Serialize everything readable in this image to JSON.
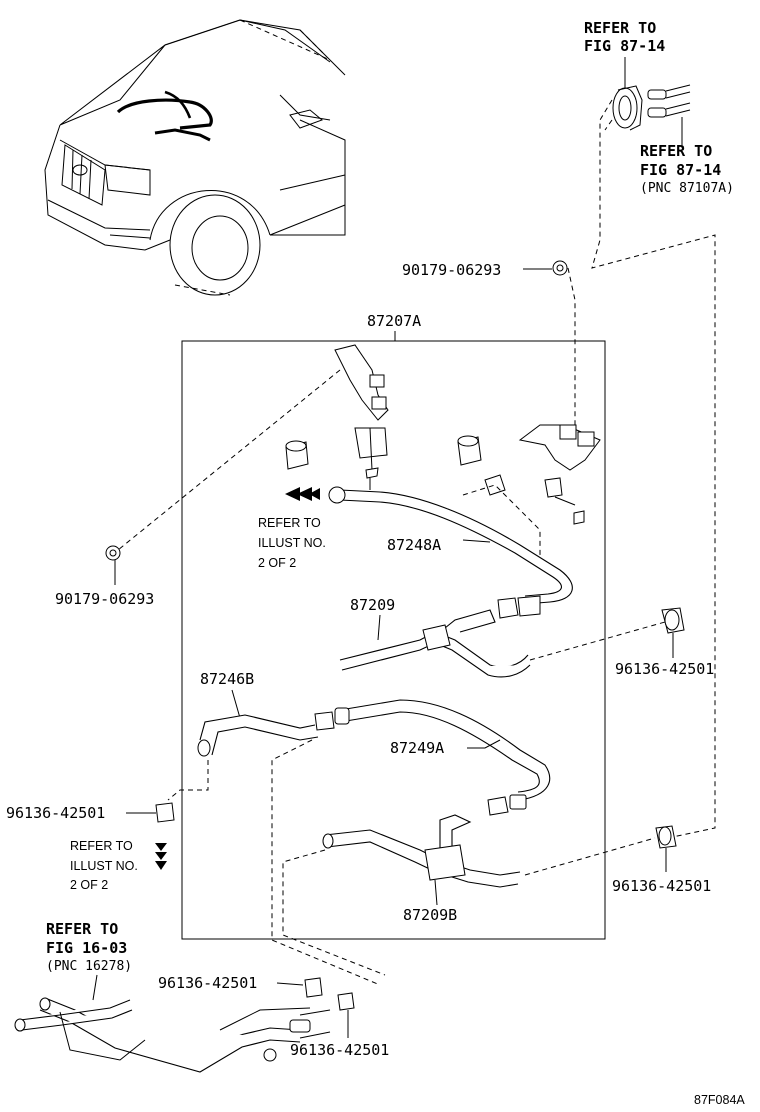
{
  "references": {
    "top_right": {
      "line1": "REFER TO",
      "line2": "FIG 87-14"
    },
    "right": {
      "line1": "REFER TO",
      "line2": "FIG 87-14",
      "line3": "(PNC 87107A)"
    },
    "illust_upper": {
      "line1": "REFER TO",
      "line2": "ILLUST NO.",
      "line3": "2 OF 2"
    },
    "illust_lower": {
      "line1": "REFER TO",
      "line2": "ILLUST NO.",
      "line3": "2 OF 2"
    },
    "bottom_left": {
      "line1": "REFER TO",
      "line2": "FIG 16-03",
      "line3": "(PNC 16278)"
    }
  },
  "parts": {
    "clip_top": "90179-06293",
    "clip_left": "90179-06293",
    "assembly": "87207A",
    "hose_87248a": "87248A",
    "hose_87209": "87209",
    "hose_87246b": "87246B",
    "hose_87249a": "87249A",
    "hose_87209b": "87209B",
    "clamp_right_upper": "96136-42501",
    "clamp_left": "96136-42501",
    "clamp_right_lower": "96136-42501",
    "clamp_bottom_a": "96136-42501",
    "clamp_bottom_b": "96136-42501"
  },
  "figure_code": "87F084A"
}
